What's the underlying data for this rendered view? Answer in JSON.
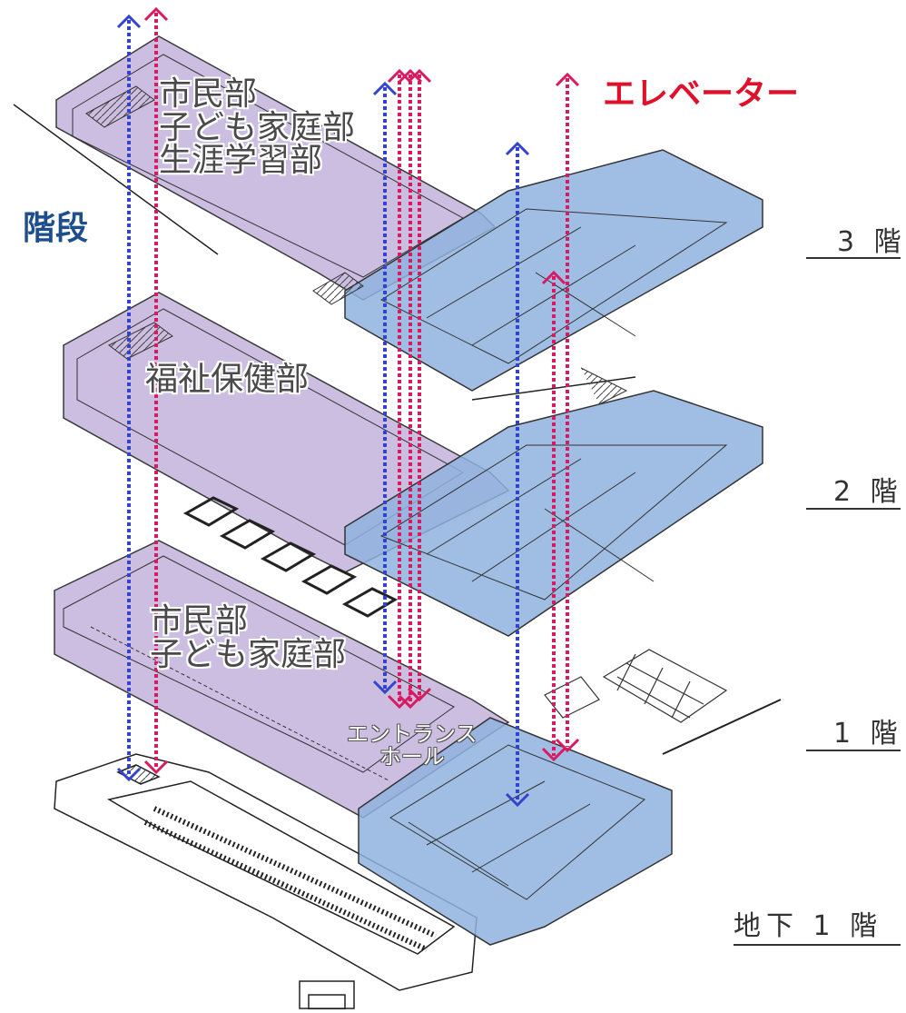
{
  "legend": {
    "stairs_label": "階段",
    "elevator_label": "エレベーター",
    "stairs_color": "#3344cc",
    "elevator_color": "#d81b60",
    "stairs_text_color": "#1f4e8c",
    "elevator_text_color": "#e0102a"
  },
  "floors": [
    {
      "id": "f3",
      "label": "3 階"
    },
    {
      "id": "f2",
      "label": "2 階"
    },
    {
      "id": "f1",
      "label": "1 階"
    },
    {
      "id": "b1",
      "label": "地下 1 階"
    }
  ],
  "departments": {
    "floor3": [
      "市民部",
      "子ども家庭部",
      "生涯学習部"
    ],
    "floor2": [
      "福祉保健部"
    ],
    "floor1": [
      "市民部",
      "子ども家庭部"
    ]
  },
  "entrance": [
    "エントランス",
    "ホール"
  ],
  "colors": {
    "purple_zone": "#b9a8d6",
    "blue_zone": "#8fb3de",
    "plan_line": "#222222"
  }
}
